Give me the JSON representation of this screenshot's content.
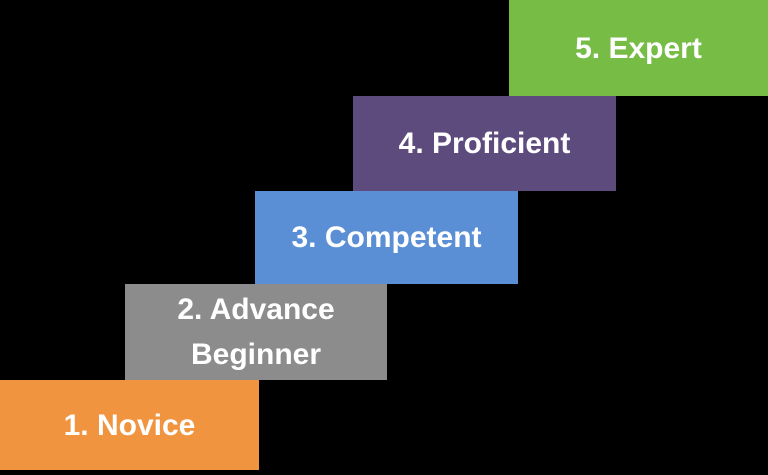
{
  "diagram": {
    "type": "staircase-skill-levels",
    "background_color": "#000000",
    "text_color": "#FFFFFF",
    "levels": [
      {
        "label": "1. Novice",
        "color": "#F09440"
      },
      {
        "label": "2. Advance Beginner",
        "color": "#8C8C8C"
      },
      {
        "label": "3. Competent",
        "color": "#5B8FD5"
      },
      {
        "label": "4. Proficient",
        "color": "#5D4B7D"
      },
      {
        "label": "5. Expert",
        "color": "#76BC45"
      }
    ]
  }
}
